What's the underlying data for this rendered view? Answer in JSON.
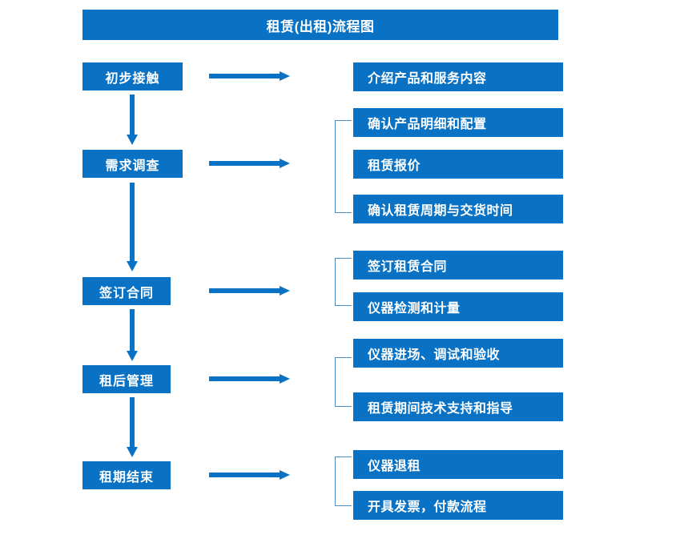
{
  "diagram": {
    "title": "租赁(出租)流程图",
    "accent_color": "#0a72c4",
    "bracket_color": "#4f8ec4",
    "text_color": "#ffffff",
    "background_color": "#ffffff",
    "stages": [
      {
        "label": "初步接触"
      },
      {
        "label": "需求调查"
      },
      {
        "label": "签订合同"
      },
      {
        "label": "租后管理"
      },
      {
        "label": "租期结束"
      }
    ],
    "details": [
      {
        "label": "介绍产品和服务内容"
      },
      {
        "label": "确认产品明细和配置"
      },
      {
        "label": "租赁报价"
      },
      {
        "label": "确认租赁周期与交货时间"
      },
      {
        "label": "签订租赁合同"
      },
      {
        "label": "仪器检测和计量"
      },
      {
        "label": "仪器进场、调试和验收"
      },
      {
        "label": "租赁期间技术支持和指导"
      },
      {
        "label": "仪器退租"
      },
      {
        "label": "开具发票，付款流程"
      }
    ],
    "connectors": {
      "horizontal_count": 5,
      "vertical_count": 4,
      "bracket_count": 4
    }
  }
}
